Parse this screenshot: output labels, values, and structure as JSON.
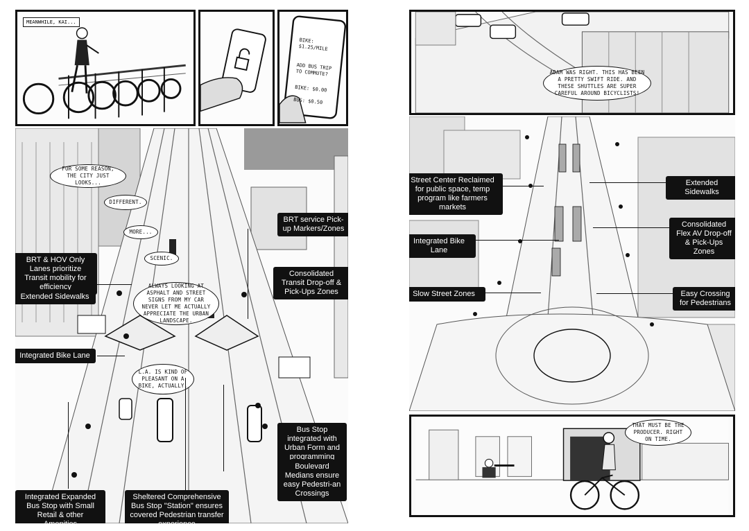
{
  "left_page": {
    "caption": "MEANWHILE, KAI...",
    "phone_screen_1": {
      "line1": "BIKE: $1.25/MILE"
    },
    "phone_screen_2": {
      "question": "ADD BUS TRIP TO COMMUTE?",
      "bike_cost": "BIKE: $0.00",
      "bus_cost": "BUS: $0.50"
    },
    "speech": {
      "b1": "FOR SOME REASON, THE CITY JUST LOOKS...",
      "b2": "DIFFERENT.",
      "b3": "MORE...",
      "b4": "SCENIC.",
      "b5": "ALWAYS LOOKING AT ASPHALT AND STREET SIGNS FROM MY CAR NEVER LET ME ACTUALLY APPRECIATE THE URBAN LANDSCAPE.",
      "b6": "L.A. IS KIND OF PLEASANT ON A BIKE, ACTUALLY."
    },
    "labels": {
      "brt_hov": "BRT & HOV Only Lanes prioritize Transit mobility for efficiency",
      "extended_sidewalks": "Extended Sidewalks",
      "integrated_bike_lane": "Integrated Bike Lane",
      "expanded_bus_stop": "Integrated Expanded Bus Stop with Small Retail & other Amenities",
      "sheltered_station": "Sheltered Comprehensive Bus Stop \"Station\" ensures covered Pedestrian transfer experience",
      "brt_pickup": "BRT service Pick-up Markers/Zones",
      "consolidated_transit": "Consolidated Transit Drop-off & Pick-Ups Zones",
      "bus_stop_urban": "Bus Stop integrated with Urban Form and programming",
      "boulevard_medians": "Boulevard Medians ensure easy Pedestri-an Crossings"
    }
  },
  "right_page": {
    "speech": {
      "adam": "ADAM WAS RIGHT. THIS HAS BEEN A PRETTY SWIFT RIDE. AND THESE SHUTTLES ARE SUPER CAREFUL AROUND BICYCLISTS!",
      "producer": "THAT MUST BE THE PRODUCER. RIGHT ON TIME."
    },
    "labels": {
      "street_center": "Street Center Reclaimed for public space, temp program like farmers markets",
      "integrated_bike_lane": "Integrated Bike Lane",
      "slow_street": "Slow Street Zones",
      "extended_sidewalks": "Extended Sidewalks",
      "consolidated_flex": "Consolidated Flex AV Drop-off & Pick-Ups Zones",
      "easy_crossing": "Easy Crossing for Pedestrians"
    }
  }
}
